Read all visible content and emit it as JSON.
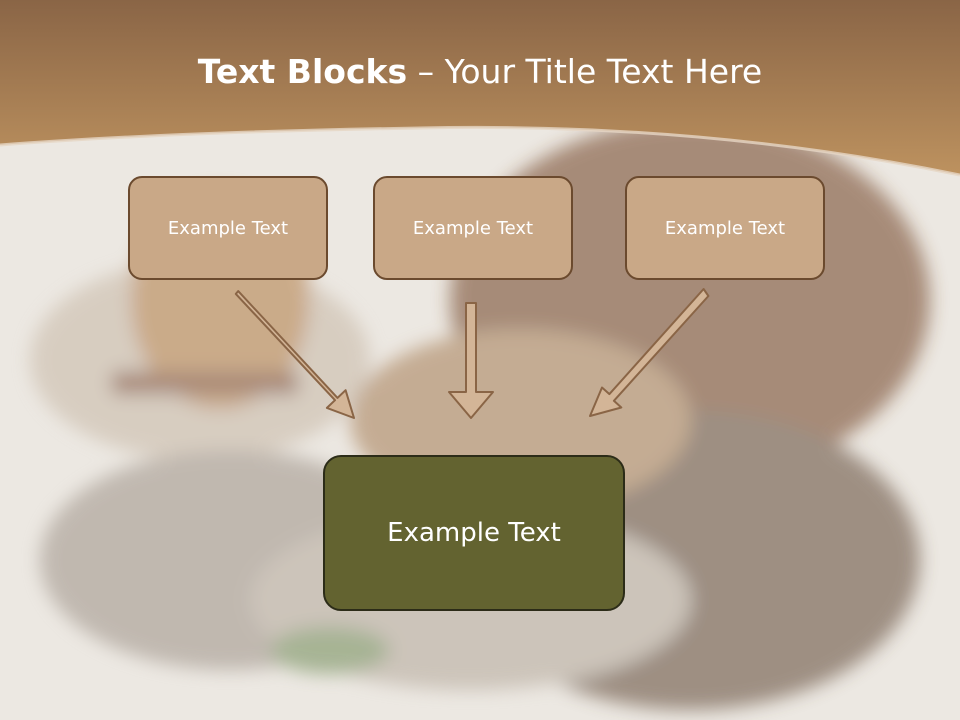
{
  "title": {
    "bold": "Text Blocks",
    "dash": "–",
    "rest": "Your Title Text Here"
  },
  "blocks": [
    "Example Text",
    "Example Text",
    "Example Text"
  ],
  "target": "Example Text",
  "colors": {
    "header": "#a4774c",
    "block_fill": "#c9a887",
    "block_border": "#6b4a2e",
    "target_fill": "#636330",
    "arrow_fill": "#d3b597"
  }
}
